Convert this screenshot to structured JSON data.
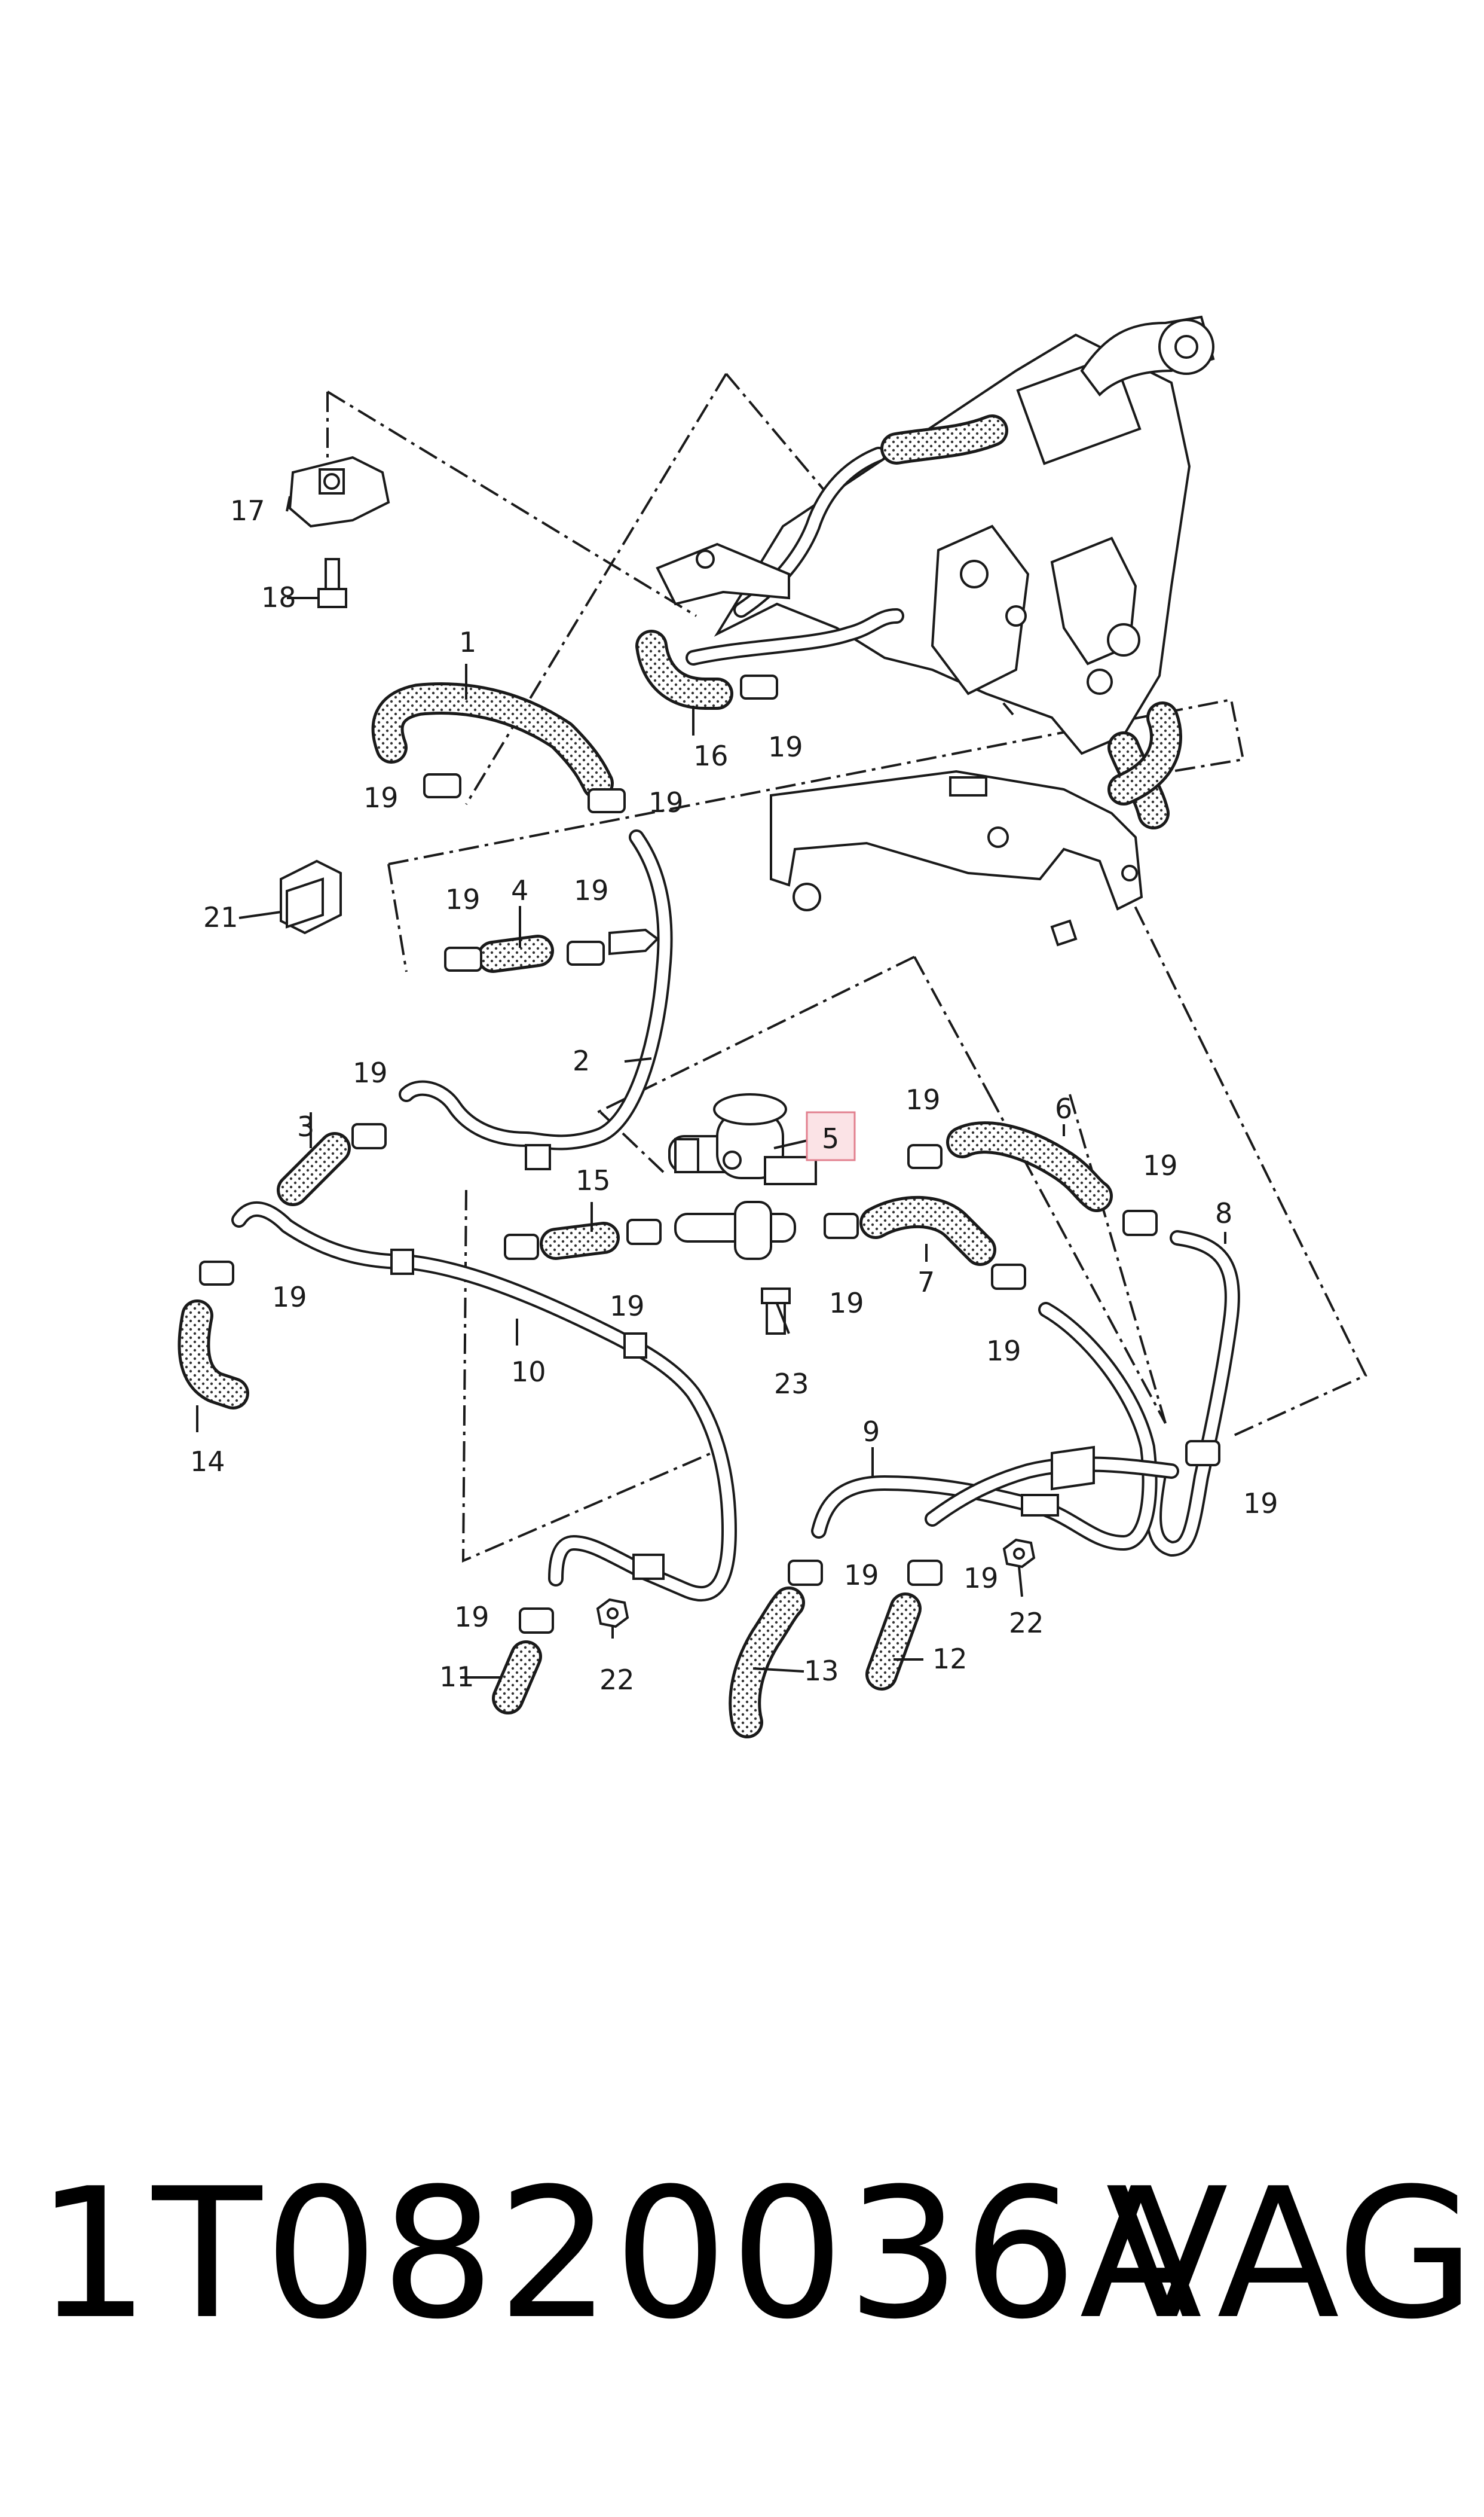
{
  "callouts": {
    "c1": "1",
    "c2": "2",
    "c3": "3",
    "c4": "4",
    "c5": "5",
    "c6": "6",
    "c7": "7",
    "c8": "8",
    "c9": "9",
    "c10": "10",
    "c11": "11",
    "c12": "12",
    "c13": "13",
    "c14": "14",
    "c15": "15",
    "c16": "16",
    "c17": "17",
    "c18": "18",
    "c19": "19",
    "c21": "21",
    "c22": "22",
    "c23": "23"
  },
  "highlighted_callout": "5",
  "footer": {
    "part_number": "1T0820036A",
    "brand": "VAG"
  },
  "colors": {
    "line": "#1a1a1a",
    "highlight_fill": "#fbe3e6",
    "highlight_stroke": "#e2808f"
  }
}
